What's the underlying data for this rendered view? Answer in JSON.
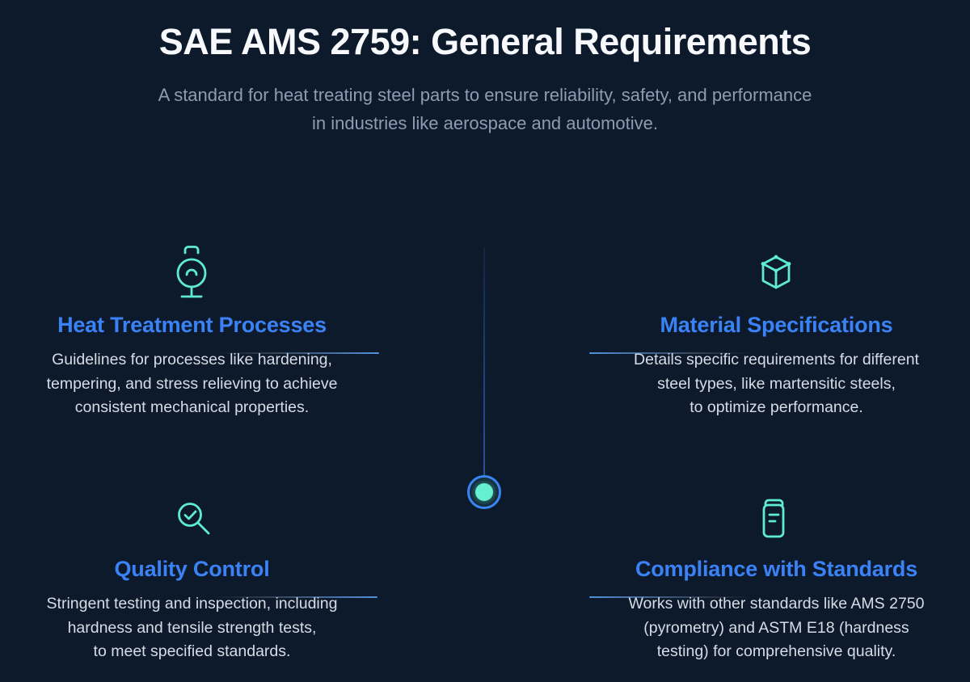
{
  "header": {
    "title": "SAE AMS 2759: General Requirements",
    "subtitle_line1": "A standard for heat treating steel parts to ensure reliability, safety, and performance",
    "subtitle_line2": "in industries like aerospace and automotive."
  },
  "sections": [
    {
      "title": "Heat Treatment Processes",
      "icon": "temperature-gauge-icon",
      "lines": [
        "Guidelines for processes like hardening,",
        "tempering, and stress relieving to achieve",
        "consistent mechanical properties."
      ]
    },
    {
      "title": "Material Specifications",
      "icon": "cube-icon",
      "lines": [
        "Details specific requirements for different",
        "steel types, like martensitic steels,",
        "to optimize performance."
      ]
    },
    {
      "title": "Quality Control",
      "icon": "search-check-icon",
      "lines": [
        "Stringent testing and inspection, including",
        "hardness and tensile strength tests,",
        "to meet specified standards."
      ]
    },
    {
      "title": "Compliance with Standards",
      "icon": "notebook-icon",
      "lines": [
        "Works with other standards like AMS 2750",
        "(pyrometry) and ASTM E18 (hardness",
        "testing) for comprehensive quality."
      ]
    }
  ],
  "colors": {
    "background": "#0d1a2c",
    "accent_blue": "#3b82f6",
    "accent_teal": "#5eead4",
    "title_text": "#f7f9fc",
    "subtitle_text": "#8e9cb3",
    "body_text": "#d6dce5"
  }
}
